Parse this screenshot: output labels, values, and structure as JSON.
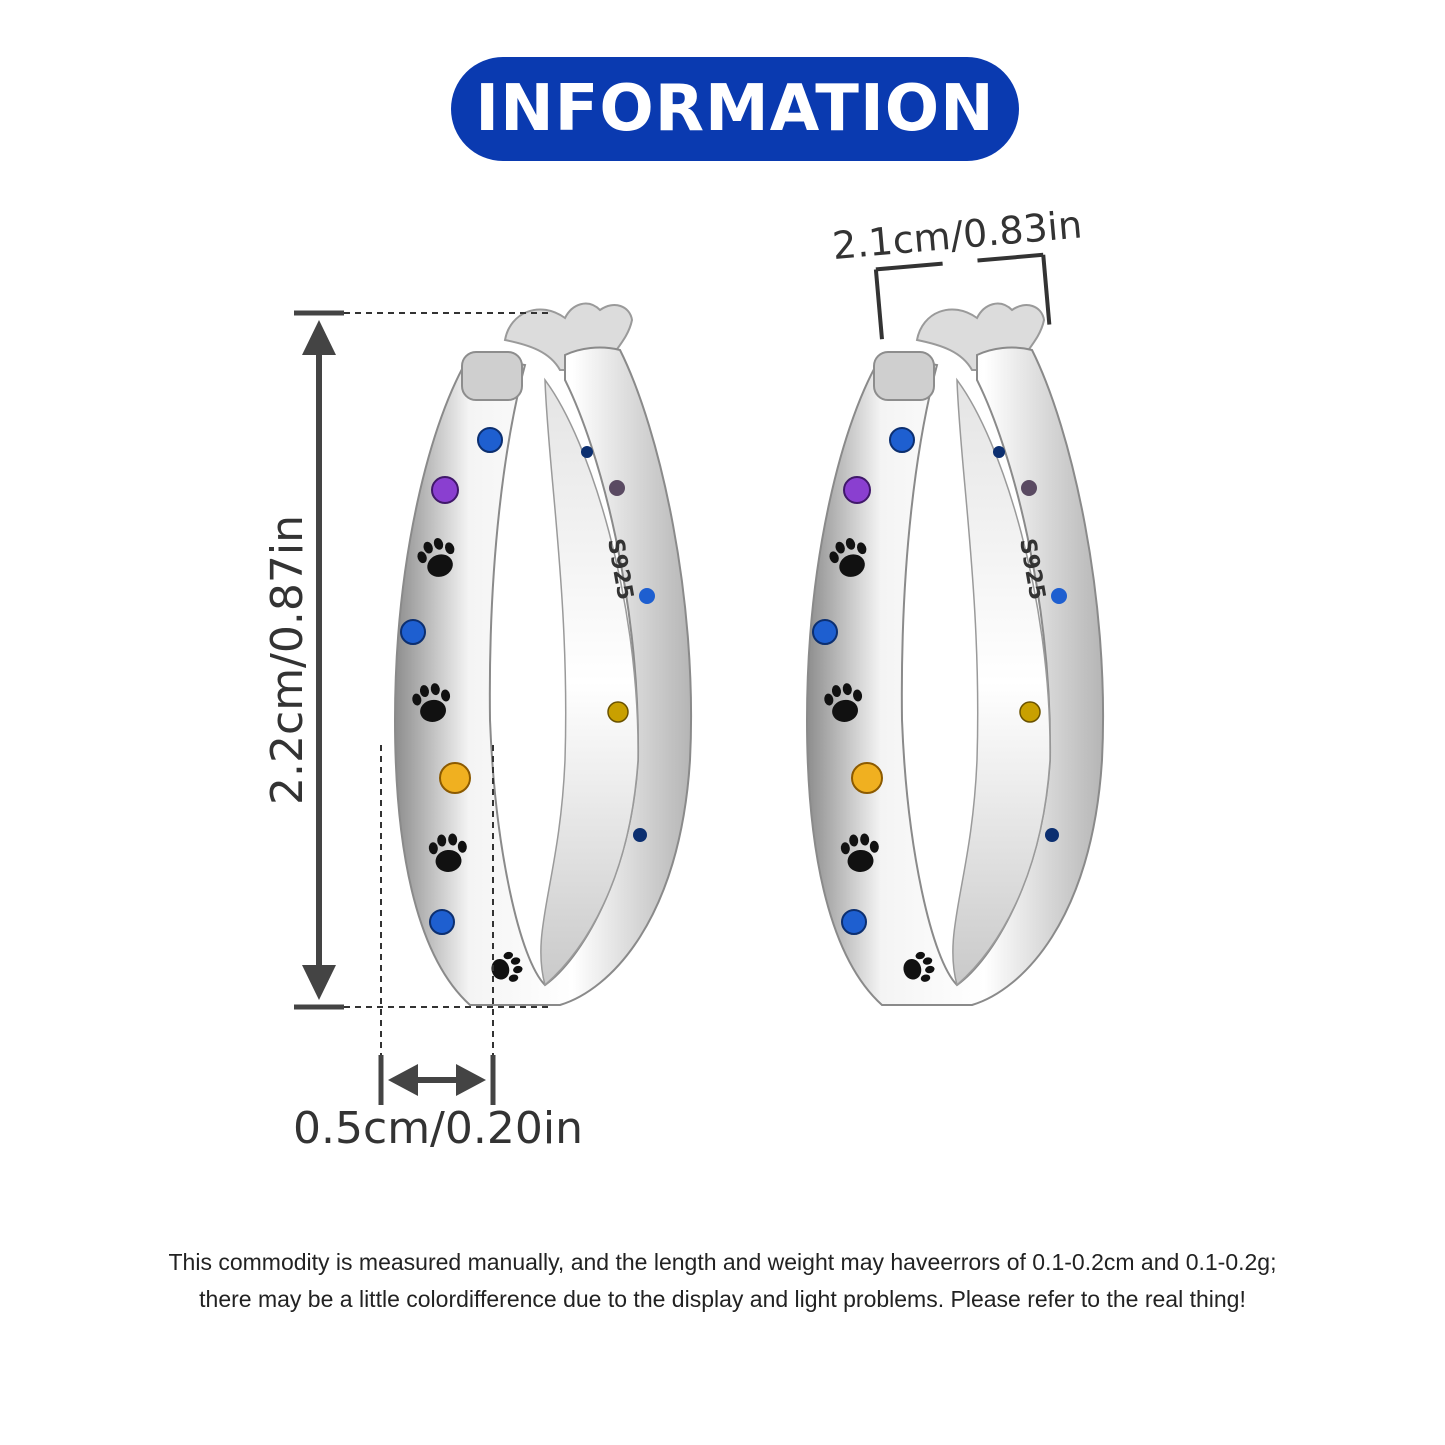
{
  "header": {
    "title": "INFORMATION"
  },
  "dimensions": {
    "height_label": "2.2cm/0.87in",
    "width_label": "0.5cm/0.20in",
    "hoop_label": "2.1cm/0.83in"
  },
  "product": {
    "stamp": "S925",
    "images": [
      {
        "name": "left-hoop-earring-image"
      },
      {
        "name": "right-hoop-earring-image"
      }
    ]
  },
  "notice": {
    "line1": "This commodity is measured manually, and the length and weight may haveerrors of 0.1-0.2cm and 0.1-0.2g;",
    "line2": "there may be a little colordifference due to the display and light problems. Please refer to the real thing!"
  },
  "colors": {
    "header_bg": "#0a3ab0",
    "dimension_line": "#444444",
    "gem_blue": "#1e5fd0",
    "gem_purple": "#8a3fd0",
    "gem_yellow": "#f0b020"
  }
}
